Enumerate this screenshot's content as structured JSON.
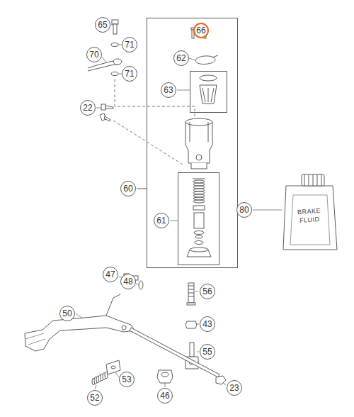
{
  "diagram": {
    "nodes": [
      {
        "text": [
          "65"
        ]
      },
      {
        "text": [
          "66"
        ]
      },
      {
        "text": [
          "71"
        ]
      },
      {
        "text": [
          "62"
        ]
      },
      {
        "text": [
          "70"
        ]
      },
      {
        "text": [
          "71"
        ]
      },
      {
        "text": [
          "63"
        ]
      },
      {
        "text": [
          "22"
        ]
      },
      {
        "text": [
          "60"
        ]
      },
      {
        "text": [
          "61"
        ]
      },
      {
        "text": [
          "80"
        ]
      },
      {
        "text": [
          "47"
        ]
      },
      {
        "text": [
          "48"
        ]
      },
      {
        "text": [
          "56"
        ]
      },
      {
        "text": [
          "50"
        ]
      },
      {
        "text": [
          "43"
        ]
      },
      {
        "text": [
          "55"
        ]
      },
      {
        "text": [
          "53"
        ]
      },
      {
        "text": [
          "52"
        ]
      },
      {
        "text": [
          "46"
        ]
      },
      {
        "text": [
          "23"
        ]
      }
    ],
    "labels": [
      "BRAKE FLUID"
    ]
  }
}
